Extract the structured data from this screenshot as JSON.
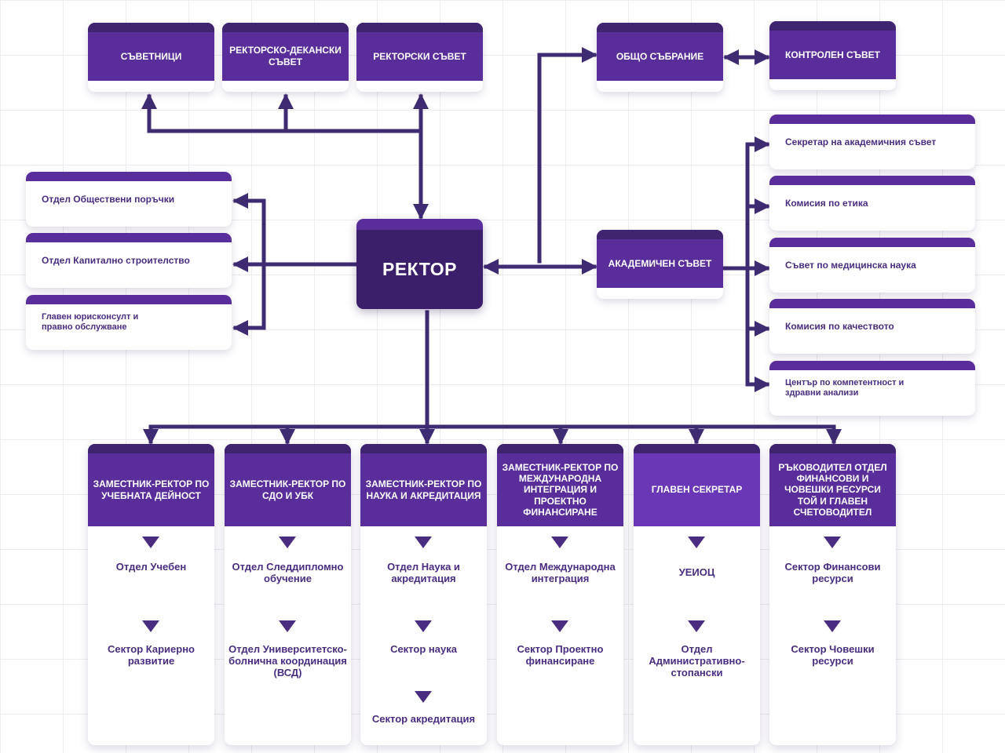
{
  "top_boxes": {
    "advisors": "СЪВЕТНИЦИ",
    "rector_dean_council": "РЕКТОРСКО-ДЕКАНСКИ СЪВЕТ",
    "rector_council": "РЕКТОРСКИ СЪВЕТ",
    "general_assembly": "ОБЩО СЪБРАНИЕ",
    "control_council": "КОНТРОЛЕН СЪВЕТ"
  },
  "rector": "РЕКТОР",
  "academic_council": "АКАДЕМИЧЕН СЪВЕТ",
  "left_units": [
    "Отдел Обществени поръчки",
    "Отдел Капитално строителство",
    "Главен юрисконсулт и правно обслужване"
  ],
  "right_units": [
    "Секретар на академичния съвет",
    "Комисия по етика",
    "Съвет по медицинска наука",
    "Комисия по качеството",
    "Център по компетентност и здравни анализи"
  ],
  "columns": [
    {
      "title": "ЗАМЕСТНИК-РЕКТОР ПО УЧЕБНАТА ДЕЙНОСТ",
      "items": [
        "Отдел Учебен",
        "Сектор Кариерно развитие"
      ]
    },
    {
      "title": "ЗАМЕСТНИК-РЕКТОР ПО СДО И УБК",
      "items": [
        "Отдел Следдипломно обучение",
        "Отдел Университетско-болнична координация (ВСД)"
      ]
    },
    {
      "title": "ЗАМЕСТНИК-РЕКТОР ПО НАУКА И АКРЕДИТАЦИЯ",
      "items": [
        "Отдел Наука и акредитация",
        "Сектор наука",
        "Сектор акредитация"
      ]
    },
    {
      "title": "ЗАМЕСТНИК-РЕКТОР ПО МЕЖДУНАРОДНА ИНТЕГРАЦИЯ И ПРОЕКТНО ФИНАНСИРАНЕ",
      "items": [
        "Отдел Международна интеграция",
        "Сектор Проектно финансиране"
      ]
    },
    {
      "title": "ГЛАВЕН СЕКРЕТАР",
      "items": [
        "УЕИОЦ",
        "Отдел Административно-стопански"
      ]
    },
    {
      "title": "РЪКОВОДИТЕЛ ОТДЕЛ ФИНАНСОВИ И ЧОВЕШКИ РЕСУРСИ ТОЙ И ГЛАВЕН СЧЕТОВОДИТЕЛ",
      "items": [
        "Сектор Финансови ресурси",
        "Сектор Човешки ресурси"
      ]
    }
  ],
  "colors": {
    "primary": "#5a2e9a",
    "dark": "#3b1f6b",
    "line": "#3f2b72",
    "text": "#4a2d80"
  }
}
